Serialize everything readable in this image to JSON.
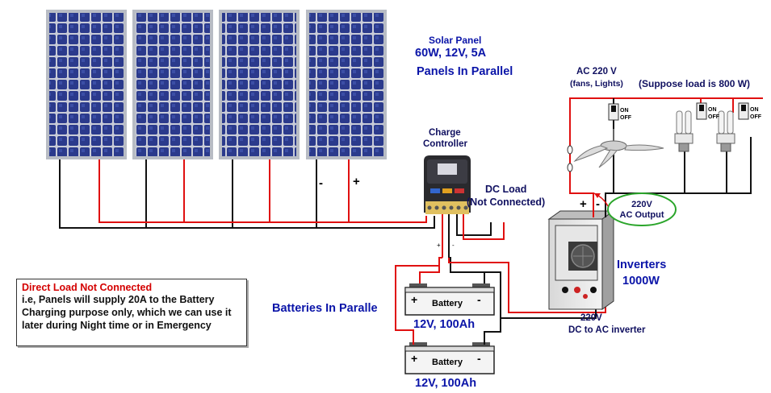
{
  "solar": {
    "title": "Solar Panel",
    "spec": "60W, 12V, 5A",
    "arrangement": "Panels In Parallel",
    "neg_sign": "-",
    "pos_sign": "+"
  },
  "controller": {
    "label_line1": "Charge",
    "label_line2": "Controller",
    "term_pos": "+",
    "term_neg": "-"
  },
  "dc_load": {
    "line1": "DC Load",
    "line2": "(Not Connected)"
  },
  "ac": {
    "title": "AC 220 V",
    "subtitle": "(fans, Lights)",
    "load_note": "(Suppose  load is 800 W)",
    "switch_on": "ON",
    "switch_off": "OFF",
    "output_line1": "220V",
    "output_line2": "AC Output",
    "pos_sign": "+",
    "neg_sign": "-"
  },
  "inverter": {
    "title_line1": "Inverters",
    "title_line2": "1000W",
    "sub_line1": "220V",
    "sub_line2": "DC to AC inverter"
  },
  "batteries": {
    "arrangement": "Batteries In Paralle",
    "battery_label": "Battery",
    "spec_1": "12V, 100Ah",
    "spec_2": "12V, 100Ah",
    "pos_sign": "+",
    "neg_sign": "-"
  },
  "note": {
    "title": "Direct Load Not Connected",
    "line1": "i.e, Panels will supply 20A to the Battery",
    "line2": "Charging purpose only, which we can use it",
    "line3": "later during Night time or in Emergency"
  },
  "colors": {
    "panel_cell": "#2b3a8c",
    "panel_frame": "#b8bcc4",
    "wire_red": "#e01010",
    "wire_black": "#111111",
    "label_blue": "#0a14a8",
    "note_red": "#d40000",
    "ac_bubble": "#2aa52a"
  }
}
